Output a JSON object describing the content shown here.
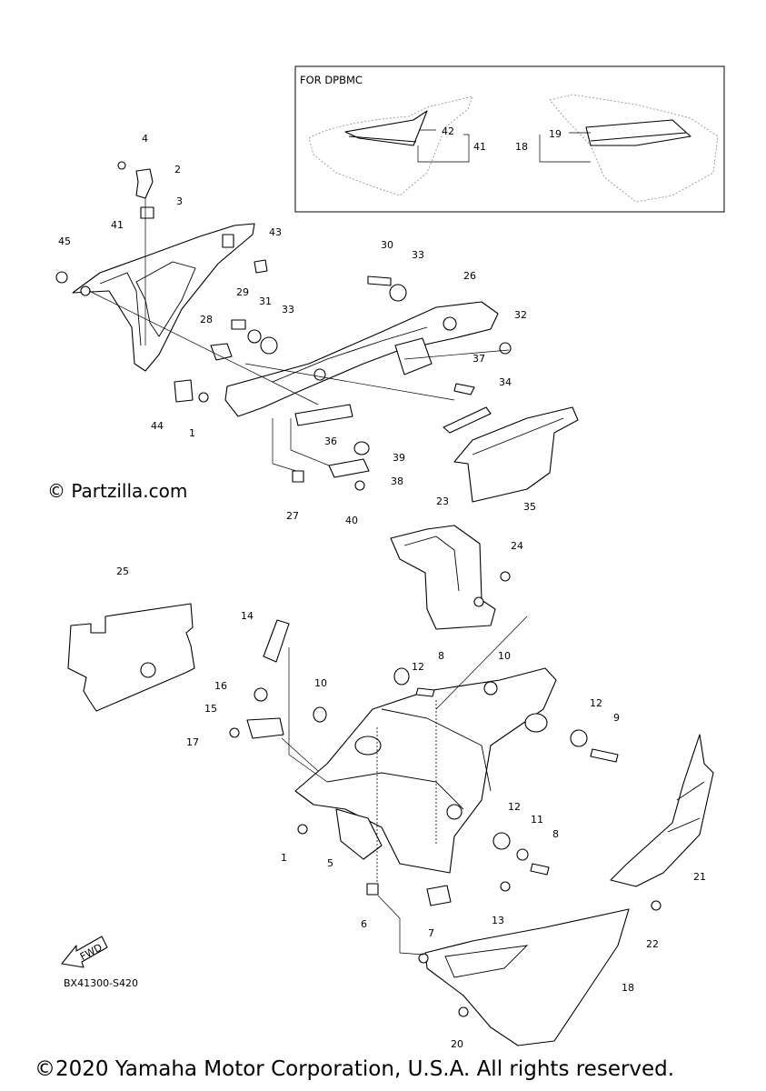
{
  "inset": {
    "title": "FOR DPBMC"
  },
  "callouts": [
    {
      "id": "c4",
      "label": "4"
    },
    {
      "id": "c2",
      "label": "2"
    },
    {
      "id": "c3",
      "label": "3"
    },
    {
      "id": "c41",
      "label": "41"
    },
    {
      "id": "c45",
      "label": "45"
    },
    {
      "id": "c43",
      "label": "43"
    },
    {
      "id": "c30",
      "label": "30"
    },
    {
      "id": "c33a",
      "label": "33"
    },
    {
      "id": "c26",
      "label": "26"
    },
    {
      "id": "c29",
      "label": "29"
    },
    {
      "id": "c31",
      "label": "31"
    },
    {
      "id": "c33b",
      "label": "33"
    },
    {
      "id": "c32",
      "label": "32"
    },
    {
      "id": "c28",
      "label": "28"
    },
    {
      "id": "c37",
      "label": "37"
    },
    {
      "id": "c34",
      "label": "34"
    },
    {
      "id": "c44",
      "label": "44"
    },
    {
      "id": "c1a",
      "label": "1"
    },
    {
      "id": "c36",
      "label": "36"
    },
    {
      "id": "c39",
      "label": "39"
    },
    {
      "id": "c38",
      "label": "38"
    },
    {
      "id": "c35",
      "label": "35"
    },
    {
      "id": "c27",
      "label": "27"
    },
    {
      "id": "c40",
      "label": "40"
    },
    {
      "id": "c23",
      "label": "23"
    },
    {
      "id": "c24",
      "label": "24"
    },
    {
      "id": "c25",
      "label": "25"
    },
    {
      "id": "c14",
      "label": "14"
    },
    {
      "id": "c12a",
      "label": "12"
    },
    {
      "id": "c8a",
      "label": "8"
    },
    {
      "id": "c10a",
      "label": "10"
    },
    {
      "id": "c10b",
      "label": "10"
    },
    {
      "id": "c16",
      "label": "16"
    },
    {
      "id": "c15",
      "label": "15"
    },
    {
      "id": "c17",
      "label": "17"
    },
    {
      "id": "c12b",
      "label": "12"
    },
    {
      "id": "c9",
      "label": "9"
    },
    {
      "id": "c12c",
      "label": "12"
    },
    {
      "id": "c11",
      "label": "11"
    },
    {
      "id": "c8b",
      "label": "8"
    },
    {
      "id": "c1b",
      "label": "1"
    },
    {
      "id": "c5",
      "label": "5"
    },
    {
      "id": "c21",
      "label": "21"
    },
    {
      "id": "c13",
      "label": "13"
    },
    {
      "id": "c6",
      "label": "6"
    },
    {
      "id": "c7",
      "label": "7"
    },
    {
      "id": "c22",
      "label": "22"
    },
    {
      "id": "c18",
      "label": "18"
    },
    {
      "id": "c20",
      "label": "20"
    },
    {
      "id": "ci42",
      "label": "42"
    },
    {
      "id": "ci41",
      "label": "41"
    },
    {
      "id": "ci19",
      "label": "19"
    },
    {
      "id": "ci18",
      "label": "18"
    }
  ],
  "fwd_arrow": {
    "label": "FWD"
  },
  "diagram_code": "BX41300-S420",
  "watermark": "© Partzilla.com",
  "copyright": "©2020 Yamaha Motor Corporation, U.S.A. All rights reserved."
}
